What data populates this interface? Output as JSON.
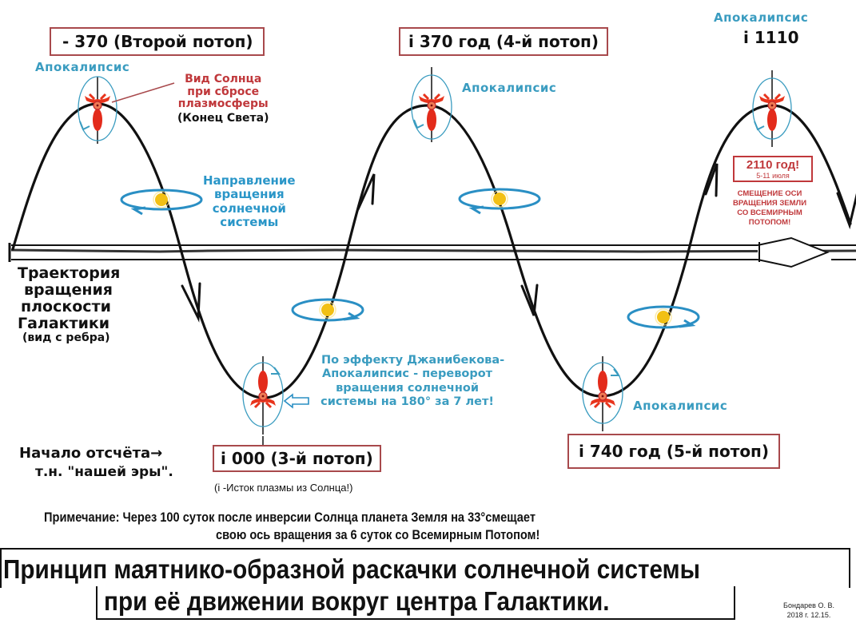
{
  "diagram": {
    "colors": {
      "curve": "#111111",
      "orbit": "#2a8fc4",
      "sun": "#f2c014",
      "box_border": "#a8494c",
      "red_text": "#c0383b",
      "blue_text": "#2a96c8",
      "apocalypse_text": "#3a9cc0",
      "sun_figure": "#e8341c"
    },
    "peaks": [
      {
        "label": "- 370 (Второй потоп)",
        "apocalypse": "Апокалипсис"
      },
      {
        "label": "і 370 год (4-й потоп)",
        "apocalypse": "Апокалипсис"
      },
      {
        "label": "і 1110",
        "apocalypse": "Апокалипсис"
      }
    ],
    "troughs": [
      {
        "label": "і 000  (3-й  потоп)"
      },
      {
        "label": "і 740 год (5-й  потоп)",
        "apocalypse": "Апокалипсис"
      }
    ],
    "sun_view_note": {
      "lines": [
        "Вид Солнца",
        "при сбросе",
        "плазмосферы"
      ],
      "sub": "(Конец Света)"
    },
    "rotation_direction_note": {
      "lines": [
        "Направление",
        "вращения",
        "солнечной",
        "системы"
      ]
    },
    "galaxy_trajectory_note": {
      "lines": [
        "Траектория",
        "вращения",
        "плоскости",
        "Галактики"
      ],
      "sub": "(вид с ребра)"
    },
    "dzhanibekov_note": {
      "lines": [
        "По эффекту Джанибекова-",
        "Апокалипсис - переворот",
        "вращения солнечной",
        "системы на 180° за 7 лет!"
      ]
    },
    "era_start_note": {
      "line1": "Начало отсчёта",
      "line2": "т.н. \"нашей эры\".",
      "arrow": "→"
    },
    "plasma_note": "(і -Исток плазмы из Солнца!)",
    "year_2110": {
      "title": "2110 год!",
      "dates": "5-11 июля",
      "lines": [
        "СМЕЩЕНИЕ ОСИ",
        "ВРАЩЕНИЯ ЗЕМЛИ",
        "СО ВСЕМИРНЫМ",
        "ПОТОПОМ!"
      ]
    },
    "footnote": {
      "line1": "Примечание: Через 100 суток после инверсии Солнца планета Земля на 33°смещает",
      "line2": "свою ось вращения за 6 суток со Всемирным Потопом!"
    },
    "title": {
      "line1": "Принцип маятнико-образной раскачки солнечной  системы",
      "line2": "при её движении вокруг центра Галактики."
    },
    "author": {
      "name": "Бондарев О. В.",
      "date": "2018 г. 12.15."
    }
  }
}
